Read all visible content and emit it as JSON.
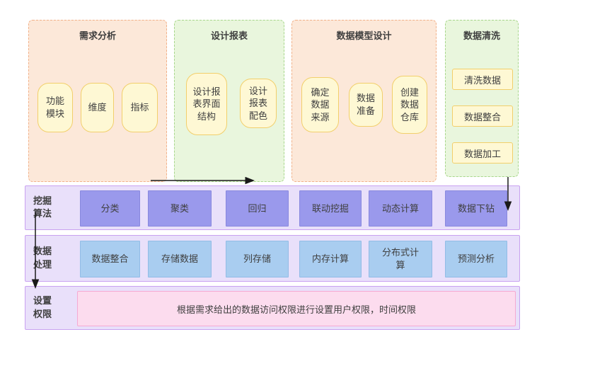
{
  "top_sections": [
    {
      "title": "需求分析",
      "items": [
        "功能模块",
        "维度",
        "指标"
      ]
    },
    {
      "title": "设计报表",
      "items": [
        "设计报表界面结构",
        "设计报表配色"
      ]
    },
    {
      "title": "数据模型设计",
      "items": [
        "确定数据来源",
        "数据准备",
        "创建数据仓库"
      ]
    },
    {
      "title": "数据清洗",
      "items": [
        "清洗数据",
        "数据整合",
        "数据加工"
      ]
    }
  ],
  "rows": [
    {
      "label": "挖掘算法",
      "items": [
        "分类",
        "聚类",
        "回归",
        "联动挖掘",
        "动态计算",
        "数据下钻"
      ]
    },
    {
      "label": "数据处理",
      "items": [
        "数据整合",
        "存储数据",
        "列存储",
        "内存计算",
        "分布式计算",
        "预测分析"
      ]
    },
    {
      "label": "设置权限",
      "note": "根据需求给出的数据访问权限进行设置用户权限，时间权限"
    }
  ],
  "colors": {
    "peach-fill": "#fce8d9",
    "peach-border": "#f2b189",
    "green-fill": "#e9f6dd",
    "green-border": "#a8d78c",
    "yellow-fill": "#fef8d4",
    "yellow-border": "#f2cf6b",
    "band-fill": "#e9e0fa",
    "band-border": "#c9a2f0",
    "purple-item": "#9a99ec",
    "blue-item": "#a9cdf0",
    "pink-fill": "#fcdcee",
    "pink-border": "#f6a9d2",
    "text": "#3f3f3f",
    "arrow": "#1a1a1a"
  }
}
